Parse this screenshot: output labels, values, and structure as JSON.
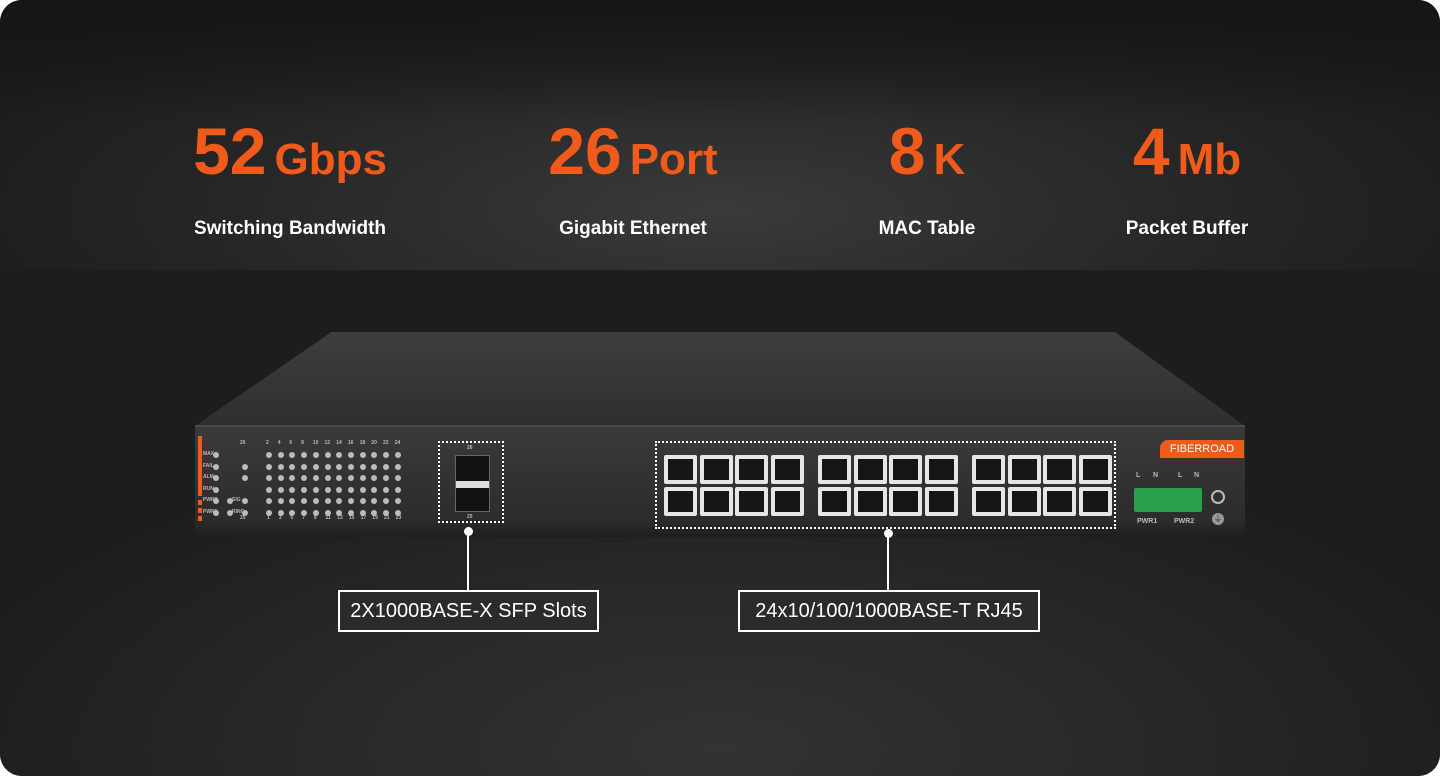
{
  "stats": [
    {
      "value": "52",
      "unit": "Gbps",
      "label": "Switching Bandwidth"
    },
    {
      "value": "26",
      "unit": "Port",
      "label": "Gigabit Ethernet"
    },
    {
      "value": "8",
      "unit": "K",
      "label": "MAC Table"
    },
    {
      "value": "4",
      "unit": "Mb",
      "label": "Packet Buffer"
    }
  ],
  "device": {
    "brand": "FIBERROAD",
    "led_labels": [
      "MAX",
      "FAIL",
      "ALM",
      "RUN",
      "PWR2",
      "PWR1"
    ],
    "led_aux": [
      "SIG",
      "RING"
    ],
    "top_numbers": [
      "26",
      "2",
      "4",
      "6",
      "8",
      "10",
      "12",
      "14",
      "16",
      "18",
      "20",
      "22",
      "24"
    ],
    "bottom_numbers": [
      "25",
      "1",
      "3",
      "5",
      "7",
      "9",
      "11",
      "13",
      "15",
      "17",
      "19",
      "21",
      "23"
    ],
    "sfp_top": "26",
    "sfp_bottom": "25",
    "power_labels": [
      "PWR1",
      "PWR2"
    ],
    "terminal_labels": [
      "L",
      "N",
      "L",
      "N"
    ]
  },
  "callouts": {
    "sfp": "2X1000BASE-X SFP Slots",
    "rj45": "24x10/100/1000BASE-T RJ45"
  },
  "colors": {
    "accent": "#f05a1a"
  }
}
